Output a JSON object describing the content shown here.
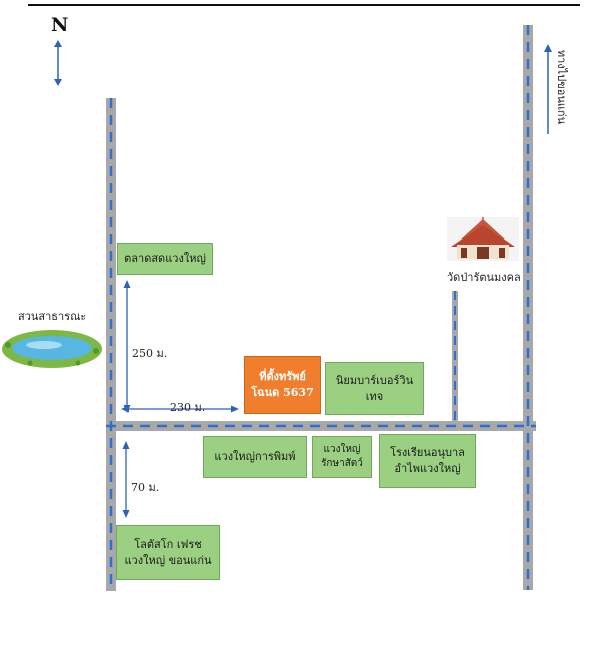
{
  "map": {
    "north_label": "N",
    "direction_label": "ทางไปขอนแก่น",
    "subject_property": {
      "line1": "ที่ตั้งทรัพย์",
      "line2": "โฉนด 5637"
    },
    "landmarks": {
      "market": "ตลาดสดแวงใหญ่",
      "park": "สวนสาธารณะ",
      "temple": "วัดป่ารัตนมงคล",
      "rubber_house": {
        "line1": "นิยมบาร์เบอร์วิน",
        "line2": "เทจ"
      },
      "printing": "แวงใหญ่การพิมพ์",
      "animal_care": {
        "line1": "แวงใหญ่",
        "line2": "รักษาสัตว์"
      },
      "kindergarten": {
        "line1": "โรงเรียนอนุบาล",
        "line2": "อำไพแวงใหญ่"
      },
      "lotus": {
        "line1": "โลตัสโก เฟรช",
        "line2": "แวงใหญ่ ขอนแก่น"
      }
    },
    "distances": {
      "north_segment": "250 ม.",
      "east_segment": "230 ม.",
      "south_segment": "70 ม."
    },
    "colors": {
      "road": "#a8a8a8",
      "road_dash": "#2f6fd0",
      "landmark_box": "#9bcf82",
      "subject_box": "#f07e2d",
      "arrow": "#2e62b8"
    }
  }
}
